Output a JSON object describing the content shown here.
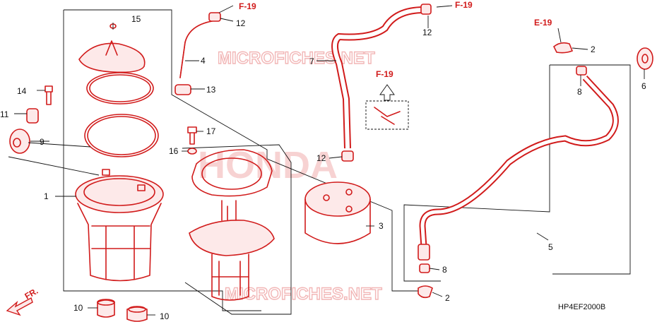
{
  "watermarks": {
    "site": "MICROFICHES.NET",
    "brand": "HONDA"
  },
  "diagram_code": "HP4EF2000B",
  "references": {
    "f19_top_left": "F-19",
    "f19_top_right": "F-19",
    "f19_center": "F-19",
    "e19": "E-19"
  },
  "callouts": {
    "c1": "1",
    "c2a": "2",
    "c2b": "2",
    "c3": "3",
    "c4": "4",
    "c5": "5",
    "c6": "6",
    "c7": "7",
    "c8a": "8",
    "c8b": "8",
    "c9": "9",
    "c10a": "10",
    "c10b": "10",
    "c11": "11",
    "c12a": "12",
    "c12b": "12",
    "c12c": "12",
    "c13": "13",
    "c14": "14",
    "c15": "15",
    "c16": "16",
    "c17": "17"
  },
  "direction": {
    "front": "FR."
  },
  "colors": {
    "parts": "#d11b1b",
    "leaders": "#111111",
    "watermark": "#f2b7b7"
  }
}
